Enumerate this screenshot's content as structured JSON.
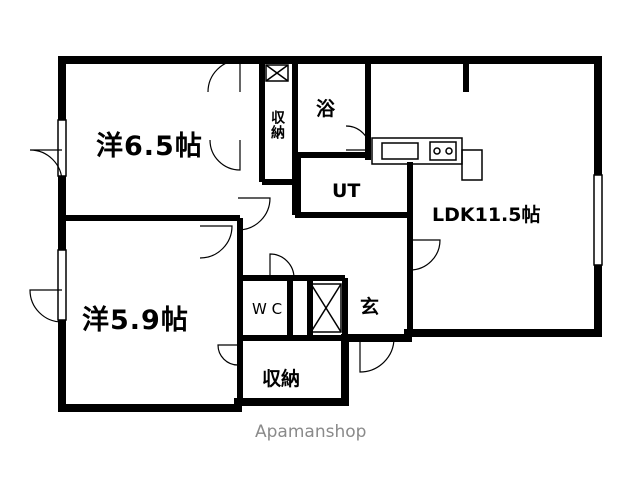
{
  "rooms": {
    "western_a": "洋6.5帖",
    "western_b": "洋5.9帖",
    "ldk": "LDK11.5帖",
    "bath": "浴",
    "utility": "UT",
    "entrance": "玄",
    "toilet": "W C",
    "closet_small": "収納",
    "closet_large": "収納"
  },
  "watermark": "Apamanshop",
  "colors": {
    "wall": "#000000",
    "background": "#ffffff",
    "watermark": "#8a8a8a"
  }
}
